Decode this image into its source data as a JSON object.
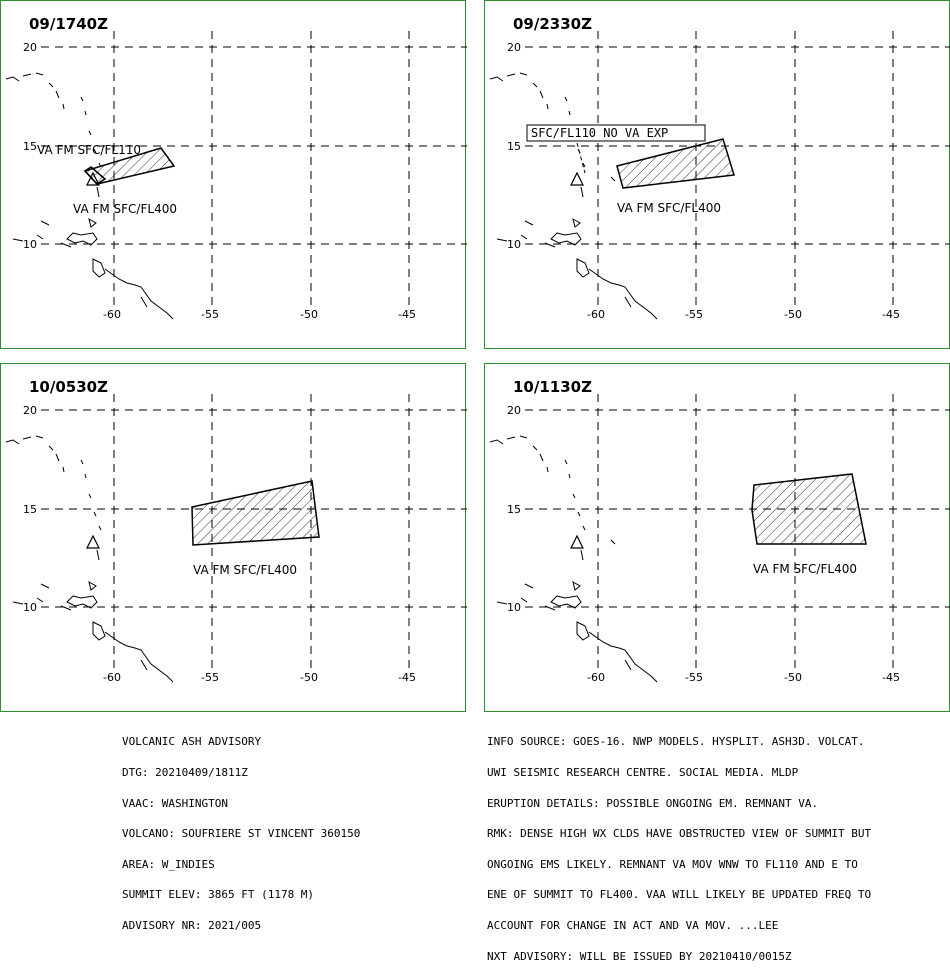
{
  "panels": [
    {
      "title": "09/1740Z",
      "lat_labels": [
        "20",
        "15",
        "10"
      ],
      "lon_labels": [
        "-60",
        "-55",
        "-50",
        "-45"
      ],
      "annotations": [
        "VA FM SFC/FL110",
        "VA FM SFC/FL400"
      ]
    },
    {
      "title": "09/2330Z",
      "lat_labels": [
        "20",
        "15",
        "10"
      ],
      "lon_labels": [
        "-60",
        "-55",
        "-50",
        "-45"
      ],
      "annotations": [
        "SFC/FL110 NO VA EXP",
        "VA FM SFC/FL400"
      ]
    },
    {
      "title": "10/0530Z",
      "lat_labels": [
        "20",
        "15",
        "10"
      ],
      "lon_labels": [
        "-60",
        "-55",
        "-50",
        "-45"
      ],
      "annotations": [
        "VA FM SFC/FL400"
      ]
    },
    {
      "title": "10/1130Z",
      "lat_labels": [
        "20",
        "15",
        "10"
      ],
      "lon_labels": [
        "-60",
        "-55",
        "-50",
        "-45"
      ],
      "annotations": [
        "VA FM SFC/FL400"
      ]
    }
  ],
  "advisory": {
    "lines": [
      "VOLCANIC ASH ADVISORY",
      "DTG: 20210409/1811Z",
      "VAAC: WASHINGTON",
      "VOLCANO: SOUFRIERE ST VINCENT 360150",
      "AREA: W_INDIES",
      "SUMMIT ELEV: 3865 FT (1178 M)",
      "ADVISORY NR: 2021/005"
    ]
  },
  "info": {
    "lines": [
      "INFO SOURCE: GOES-16. NWP MODELS. HYSPLIT. ASH3D. VOLCAT.",
      "UWI SEISMIC RESEARCH CENTRE. SOCIAL MEDIA. MLDP",
      "ERUPTION DETAILS: POSSIBLE ONGOING EM. REMNANT VA.",
      "RMK: DENSE HIGH WX CLDS HAVE OBSTRUCTED VIEW OF SUMMIT BUT",
      "ONGOING EMS LIKELY. REMNANT VA MOV WNW TO FL110 AND E TO",
      "ENE OF SUMMIT TO FL400. VAA WILL LIKELY BE UPDATED FREQ TO",
      "ACCOUNT FOR CHANGE IN ACT AND VA MOV. ...LEE",
      "NXT ADVISORY: WILL BE ISSUED BY 20210410/0015Z"
    ]
  },
  "colors": {
    "panel_border": "#2f8f2f",
    "ink": "#000000",
    "background": "#ffffff"
  }
}
